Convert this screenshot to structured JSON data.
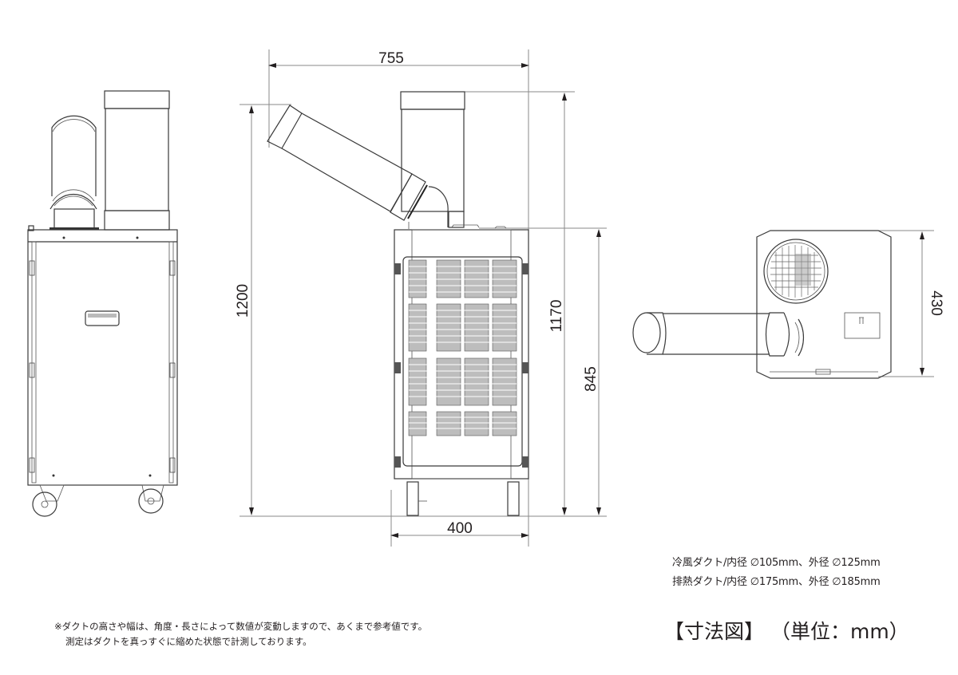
{
  "dimensions": {
    "overall_width_with_duct": "755",
    "max_height": "1200",
    "duct_top_height": "1170",
    "body_height": "845",
    "body_width": "400",
    "body_depth": "430"
  },
  "duct_specs": {
    "cold_air_duct": "冷風ダクト/内径 ∅105mm、外径 ∅125mm",
    "exhaust_duct": "排熱ダクト/内径 ∅175mm、外径 ∅185mm"
  },
  "note": {
    "line1": "※ダクトの高さや幅は、角度・長さによって数値が変動しますので、あくまで参考値です。",
    "line2": "測定はダクトを真っすぐに縮めた状態で計測しております。"
  },
  "title": {
    "label": "【寸法図】",
    "unit": "（単位：mm）"
  },
  "views": [
    "side-view",
    "front-view",
    "top-view"
  ]
}
